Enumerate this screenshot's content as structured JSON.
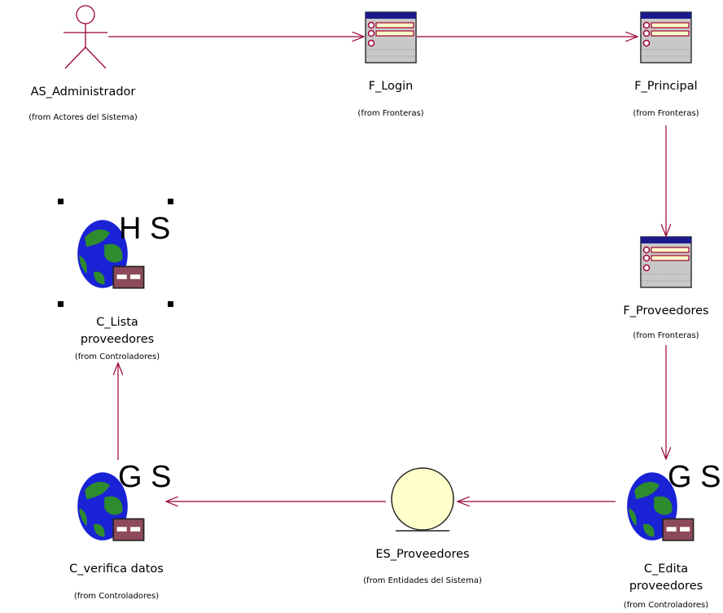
{
  "colors": {
    "connector": "#990033",
    "boundary_titlebar": "#1a1a8c",
    "boundary_body": "#c8c8c8",
    "boundary_field": "#ffffcc",
    "boundary_accent": "#a00030",
    "globe_ocean": "#1a22d6",
    "globe_land": "#2e8b2e",
    "controller_box": "#8c4a5a",
    "entity_fill": "#ffffcc"
  },
  "nodes": {
    "actor": {
      "name": "AS_Administrador",
      "from": "(from Actores del Sistema)",
      "icon": "actor-icon"
    },
    "login": {
      "name": "F_Login",
      "from": "(from Fronteras)",
      "icon": "boundary-icon"
    },
    "principal": {
      "name": "F_Principal",
      "from": "(from Fronteras)",
      "icon": "boundary-icon"
    },
    "proveedores": {
      "name": "F_Proveedores",
      "from": "(from Fronteras)",
      "icon": "boundary-icon"
    },
    "edita": {
      "name_line1": "C_Edita",
      "name_line2": "proveedores",
      "from": "(from Controladores)",
      "stereotype": "G S",
      "icon": "controller-globe-icon"
    },
    "entity": {
      "name": "ES_Proveedores",
      "from": "(from Entidades del Sistema)",
      "icon": "entity-icon"
    },
    "verifica": {
      "name": "C_verifica datos",
      "from": "(from Controladores)",
      "stereotype": "G S",
      "icon": "controller-globe-icon"
    },
    "lista": {
      "name_line1": "C_Lista",
      "name_line2": "proveedores",
      "from": "(from Controladores)",
      "stereotype": "H S",
      "icon": "controller-globe-icon",
      "selected": true
    }
  }
}
